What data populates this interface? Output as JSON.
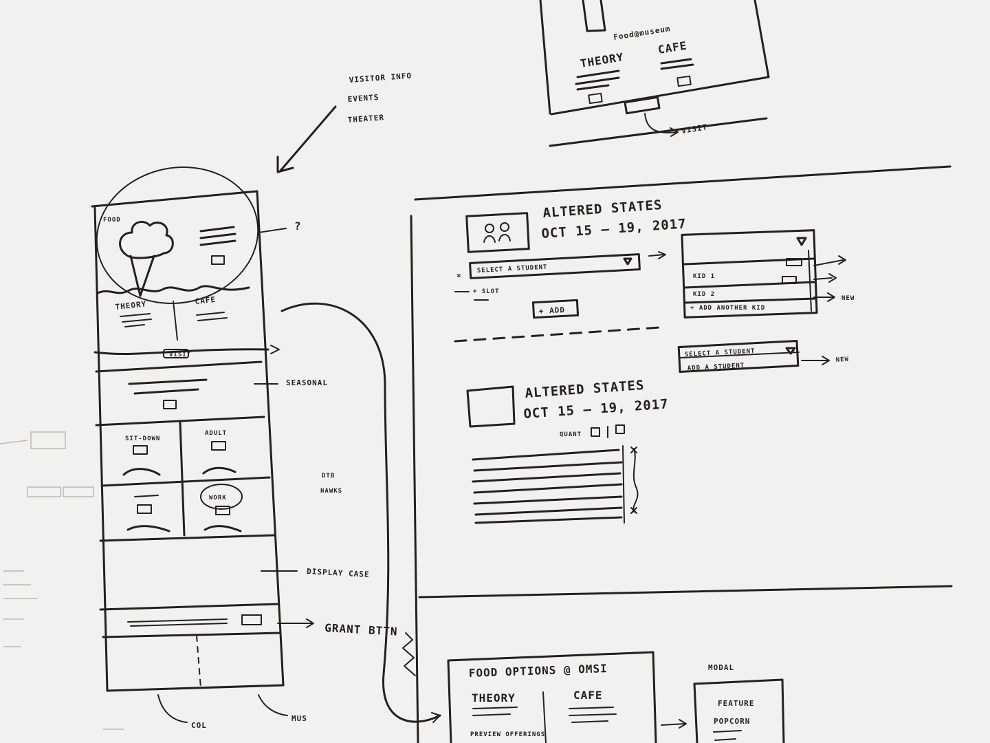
{
  "colors": {
    "paper": "#f3f1ef",
    "ink": "#23201d",
    "faint": "#bdb8b3"
  },
  "top_sketch": {
    "header": "Food@museum",
    "col_left": "THEORY",
    "col_right": "CAFE",
    "visit_label": "VISIT"
  },
  "nav_note": {
    "line1": "VISITOR INFO",
    "line2": "EVENTS",
    "line3": "THEATER"
  },
  "mobile": {
    "hero_label": "FOOD",
    "question_mark": "?",
    "col_left": "THEORY",
    "col_right": "CAFE",
    "visit_btn": "VISIT",
    "seasonal_label": "SEASONAL",
    "cell_a": "SIT-DOWN",
    "cell_b": "ADULT",
    "cell_c": "WORK",
    "dtb_line1": "DTB",
    "dtb_line2": "HAWKS",
    "display_label": "DISPLAY CASE",
    "grant_label": "GRANT BTTN",
    "col_note": "COL",
    "mus_note": "MUS"
  },
  "form": {
    "event_title": "ALTERED STATES",
    "event_dates": "OCT 15 — 19, 2017",
    "close_x": "×",
    "select_label": "SELECT A STUDENT",
    "slot_label": "+ SLOT",
    "add_btn": "+ ADD",
    "dropdown_items": [
      "KID 1",
      "KID 2",
      "+ ADD ANOTHER KID"
    ],
    "new_label": "NEW",
    "select2_label": "SELECT A STUDENT",
    "add_student": "ADD A STUDENT",
    "new_label2": "NEW",
    "event2_title": "ALTERED STATES",
    "event2_dates": "OCT 15 — 19, 2017",
    "quant_label": "QUANT"
  },
  "bottom": {
    "food_title": "FOOD OPTIONS @ OMSI",
    "col_left": "THEORY",
    "col_right": "CAFE",
    "left_note": "PREVIEW OFFERINGS",
    "modal_label": "MODAL",
    "modal_line1": "FEATURE",
    "modal_line2": "POPCORN"
  }
}
